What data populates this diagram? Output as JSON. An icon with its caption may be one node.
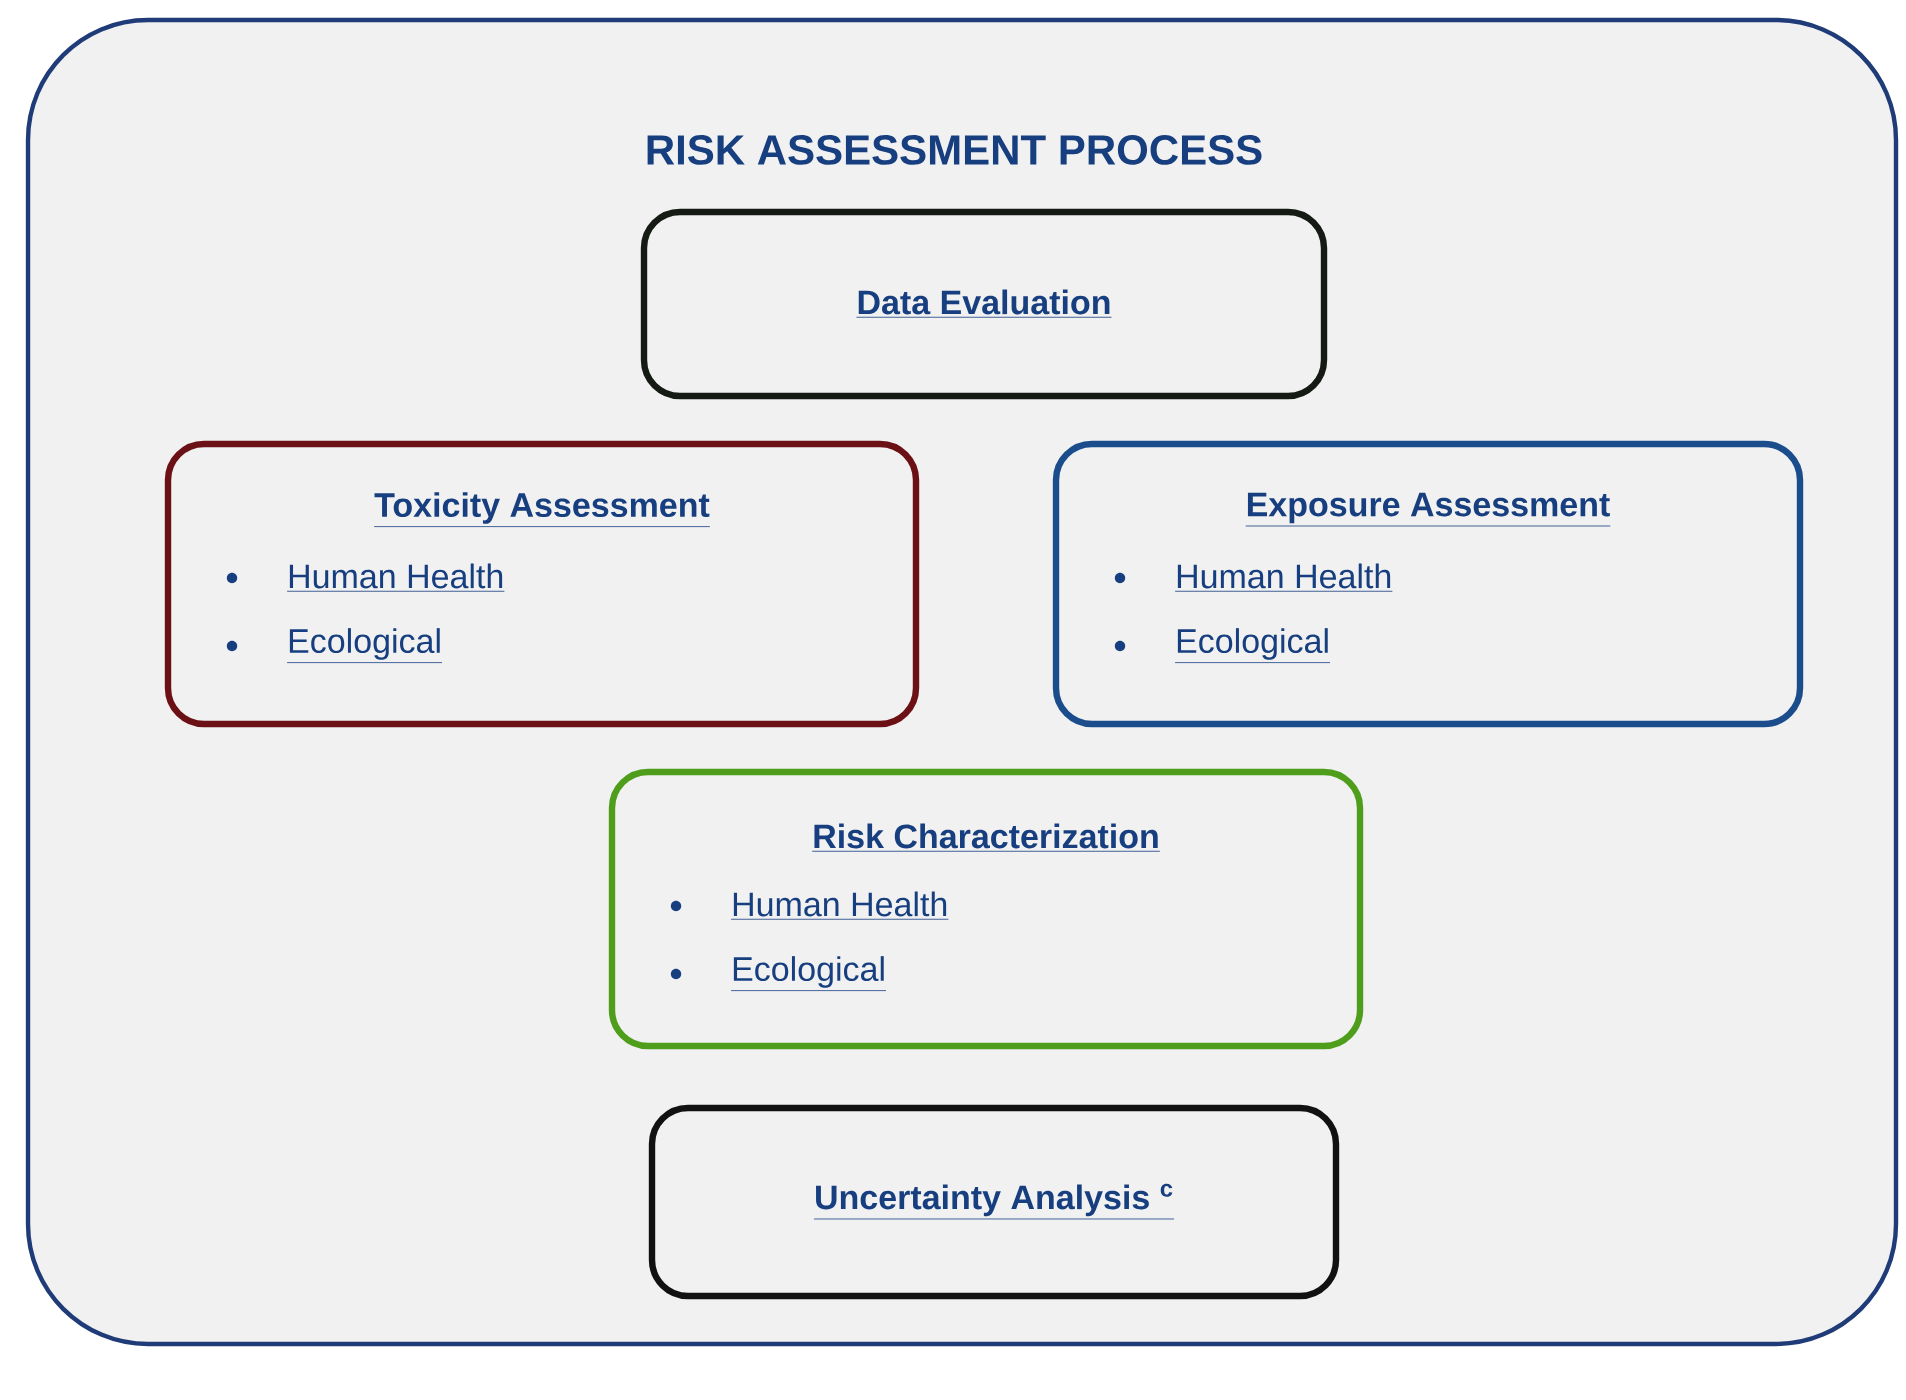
{
  "diagram": {
    "nodes": [
      {
        "text": [
          "RISK ASSESSMENT PROCESS"
        ]
      },
      {
        "text": [
          "Data Evaluation"
        ],
        "in": 0
      },
      {
        "text": [
          "Toxicity Assessment",
          "Human Health",
          "Ecological"
        ],
        "in": 0
      },
      {
        "text": [
          "Exposure Assessment",
          "Human Health",
          "Ecological"
        ],
        "in": 0
      },
      {
        "text": [
          "Risk Characterization",
          "Human Health",
          "Ecological"
        ],
        "in": 0
      },
      {
        "text": [
          "Uncertainty Analysis $^{c}$"
        ],
        "in": 0
      }
    ]
  }
}
